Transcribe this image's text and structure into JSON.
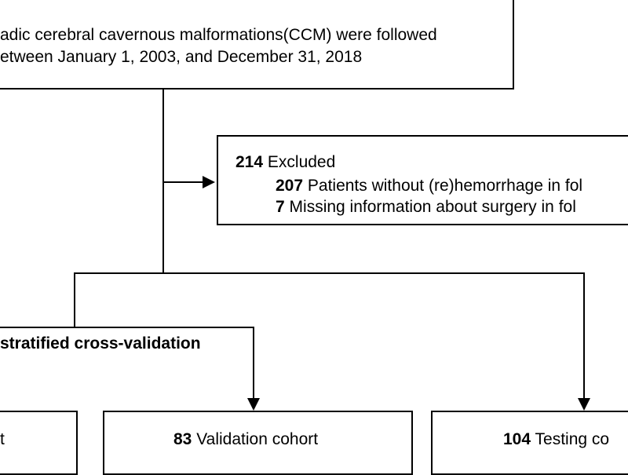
{
  "top_box": {
    "line1": "adic cerebral cavernous malformations(CCM) were followed",
    "line2": "etween January 1, 2003, and December 31, 2018"
  },
  "excluded_box": {
    "count": "214",
    "label": "Excluded",
    "item1_count": "207",
    "item1_label": "Patients without (re)hemorrhage in fol",
    "item2_count": "7",
    "item2_label": "Missing information about  surgery in fol"
  },
  "split_label": "stratified cross-validation",
  "left_box": {
    "label": "t"
  },
  "validation_box": {
    "count": "83",
    "label": "Validation cohort"
  },
  "testing_box": {
    "count": "104",
    "label": "Testing co"
  }
}
